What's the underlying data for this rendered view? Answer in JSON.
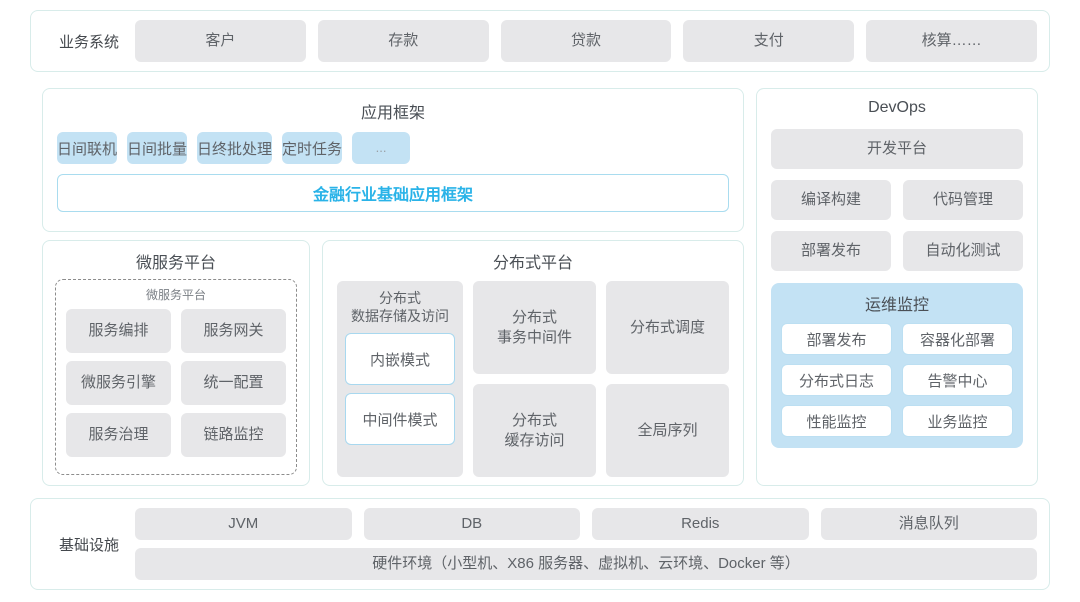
{
  "business_system": {
    "label": "业务系统",
    "items": [
      "客户",
      "存款",
      "贷款",
      "支付",
      "核算……"
    ]
  },
  "app_framework": {
    "title": "应用框架",
    "items": [
      "日间联机",
      "日间批量",
      "日终批处理",
      "定时任务"
    ],
    "ellipsis": "...",
    "base_framework": "金融行业基础应用框架"
  },
  "microservice_platform": {
    "title": "微服务平台",
    "inner_title": "微服务平台",
    "items": [
      "服务编排",
      "服务网关",
      "微服务引擎",
      "统一配置",
      "服务治理",
      "链路监控"
    ]
  },
  "distributed_platform": {
    "title": "分布式平台",
    "storage": {
      "title": "分布式\n数据存储及访问",
      "modes": [
        "内嵌模式",
        "中间件模式"
      ]
    },
    "items": [
      "分布式\n事务中间件",
      "分布式调度",
      "分布式\n缓存访问",
      "全局序列"
    ]
  },
  "devops": {
    "title": "DevOps",
    "platform": "开发平台",
    "items": [
      "编译构建",
      "代码管理",
      "部署发布",
      "自动化测试"
    ],
    "ops_monitor": {
      "title": "运维监控",
      "items": [
        "部署发布",
        "容器化部署",
        "分布式日志",
        "告警中心",
        "性能监控",
        "业务监控"
      ]
    }
  },
  "infrastructure": {
    "label": "基础设施",
    "items": [
      "JVM",
      "DB",
      "Redis",
      "消息队列"
    ],
    "hardware": "硬件环境（小型机、X86 服务器、虚拟机、云环境、Docker 等）"
  },
  "colors": {
    "panel_border": "#d8ecea",
    "chip_gray": "#e7e7e9",
    "chip_blue": "#c3e2f4",
    "accent_cyan": "#2ab3e8",
    "text_gray": "#5f6368"
  }
}
